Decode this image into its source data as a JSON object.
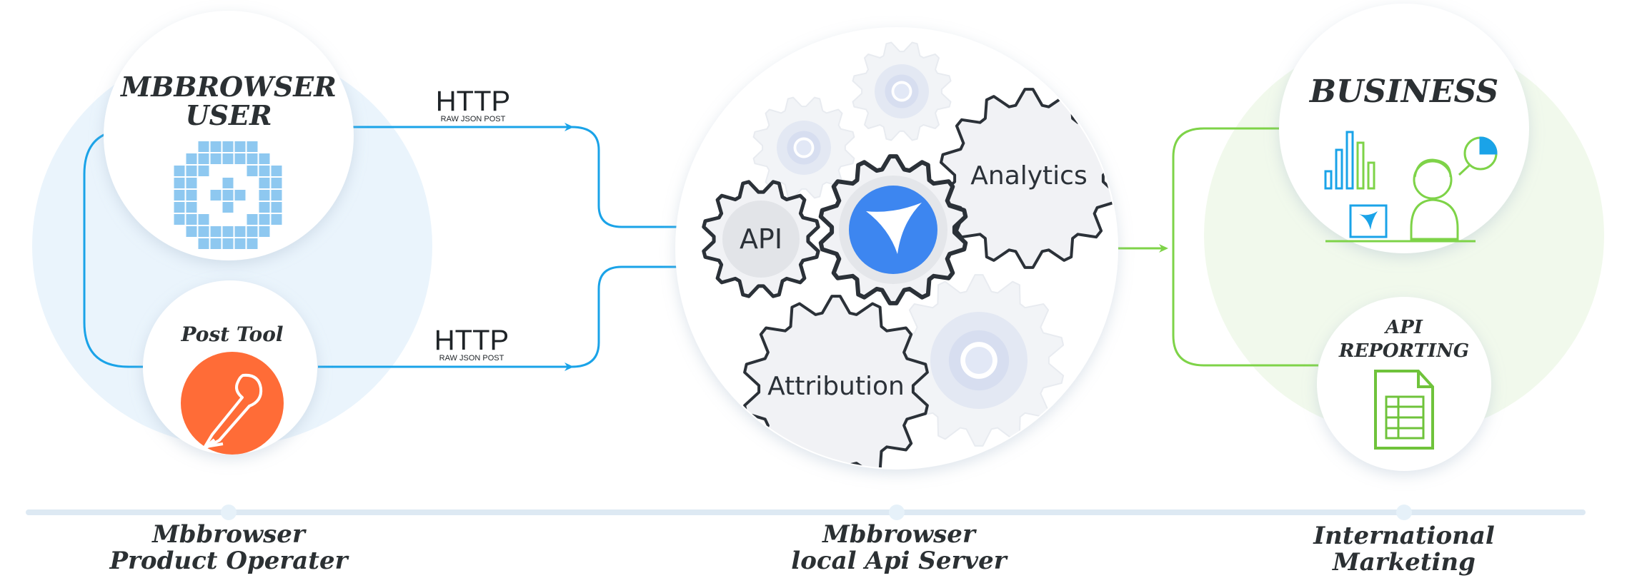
{
  "left": {
    "user_title_line1": "MBBROWSER",
    "user_title_line2": "USER",
    "post_tool_title": "Post Tool"
  },
  "arrows": {
    "top_protocol": "HTTP",
    "top_caption": "RAW JSON POST",
    "bottom_protocol": "HTTP",
    "bottom_caption": "RAW JSON POST"
  },
  "server": {
    "gear_api": "API",
    "gear_analytics": "Analytics",
    "gear_attribution": "Attribution"
  },
  "right": {
    "business_title": "BUSINESS",
    "reporting_line1": "API",
    "reporting_line2": "REPORTING"
  },
  "timeline": {
    "left_line1": "Mbbrowser",
    "left_line2": "Product Operater",
    "center_line1": "Mbbrowser",
    "center_line2": "local Api Server",
    "right_line1": "International",
    "right_line2": "Marketing"
  },
  "colors": {
    "blue_arrow": "#1aa3e8",
    "green_arrow": "#7ed348",
    "postman_orange": "#ff6c37",
    "mbbrowser_blue": "#3d86f0",
    "pixel_blue": "#8ec8f0"
  }
}
